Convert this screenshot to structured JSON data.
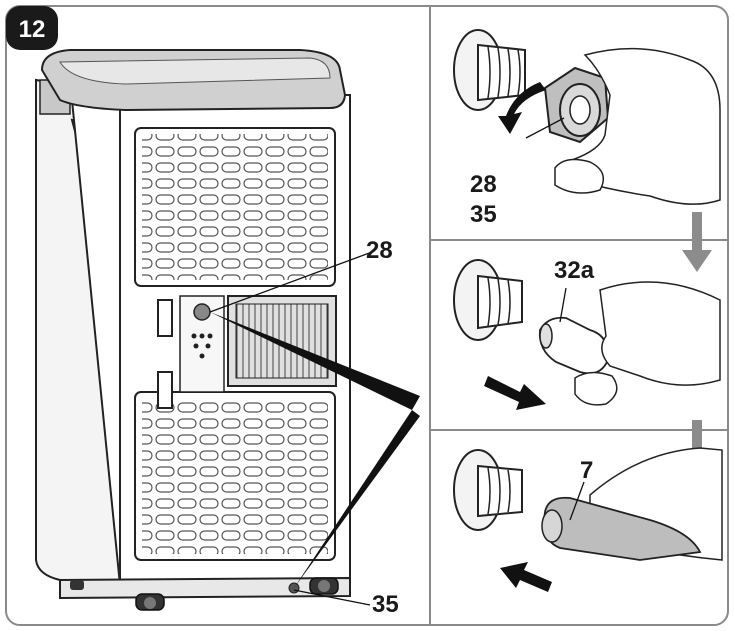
{
  "figure": {
    "badge": "12",
    "callouts": {
      "main_28": "28",
      "main_35": "35",
      "step1_28": "28",
      "step1_35": "35",
      "step2_32a": "32a",
      "step3_7": "7"
    }
  },
  "colors": {
    "frame": "#8a8a8a",
    "badge_bg": "#1a1a1a",
    "grille": "#d9d9d9",
    "arrow_dark": "#1a1a1a",
    "arrow_grey": "#8c8c8c",
    "drain_tube": "#bdbdbd"
  }
}
